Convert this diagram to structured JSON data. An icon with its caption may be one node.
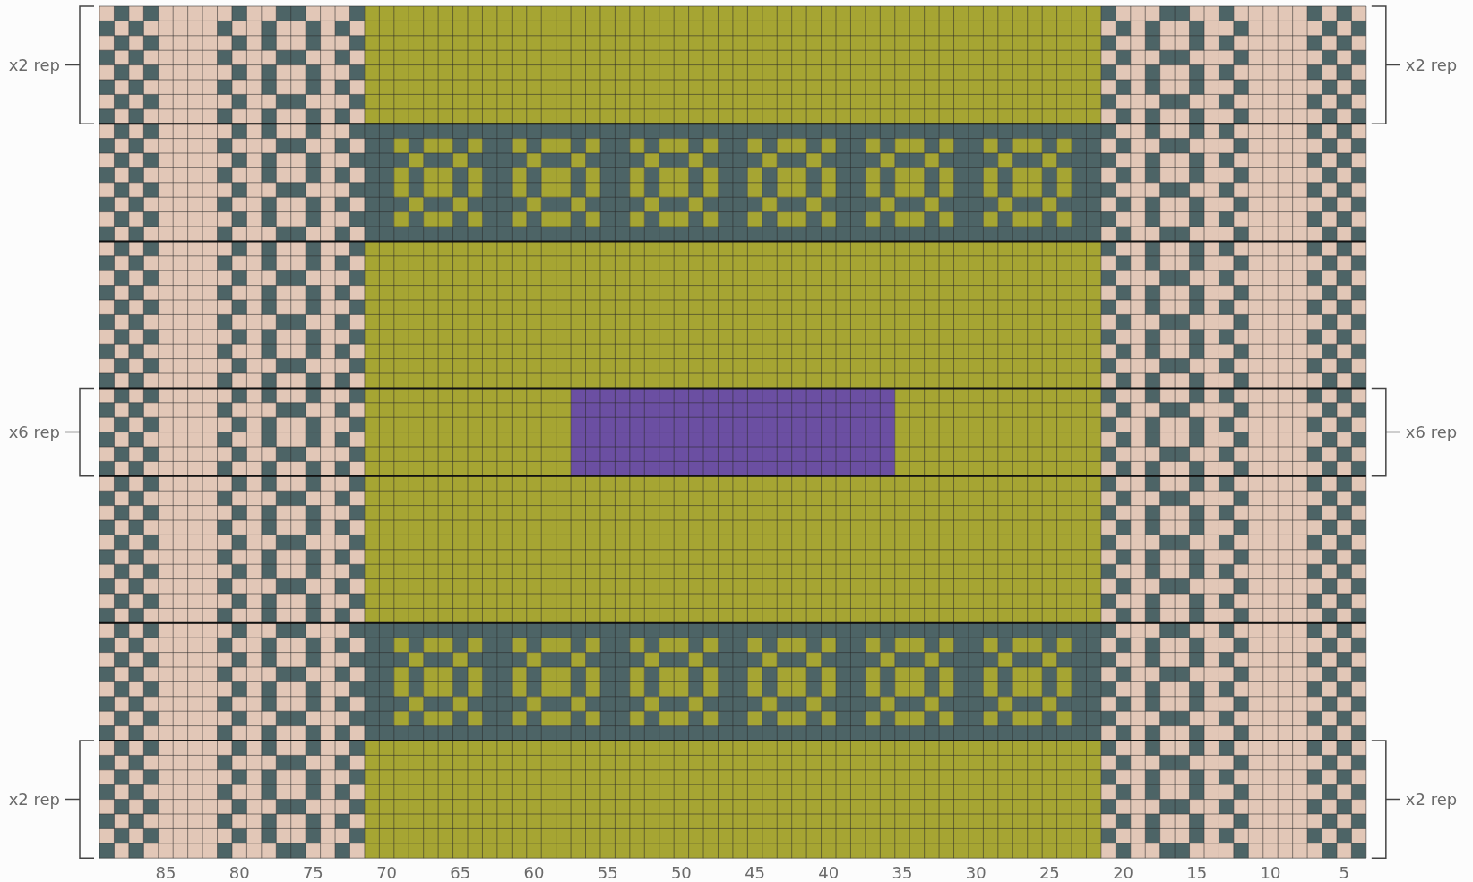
{
  "diagram": {
    "labels": [
      "x2 rep",
      "x2 rep",
      "x6 rep",
      "x6 rep",
      "x2 rep",
      "x2 rep",
      "85",
      "80",
      "75",
      "70",
      "65",
      "60",
      "55",
      "50",
      "45",
      "40",
      "35",
      "30",
      "25",
      "20",
      "15",
      "10",
      "5"
    ]
  }
}
